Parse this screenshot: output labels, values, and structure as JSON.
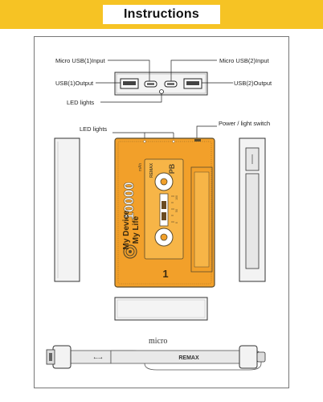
{
  "header": {
    "title": "Instructions"
  },
  "labels": {
    "micro_usb_1_input": "Micro USB(1)Input",
    "micro_usb_2_input": "Micro USB(2)Input",
    "usb_1_output": "USB(1)Output",
    "usb_2_output": "USB(2)Output",
    "led_lights_top": "LED lights",
    "led_lights_side": "LED lights",
    "power_switch": "Power / light switch",
    "cable_micro": "micro"
  },
  "device": {
    "capacity": "10000",
    "unit": "mAh",
    "brand": "REMAX",
    "model": "PB",
    "slogan_1": "My Device",
    "slogan_2": "My Life",
    "side_number": "1",
    "scale_top": "100",
    "scale_mid": "50",
    "scale_bottom": "0"
  },
  "cable": {
    "brand": "REMAX"
  },
  "colors": {
    "banner": "#f6c324",
    "cassette_orange": "#f2a02a",
    "cassette_outline": "#5a4a2a",
    "device_gray": "#dcdcdc"
  }
}
